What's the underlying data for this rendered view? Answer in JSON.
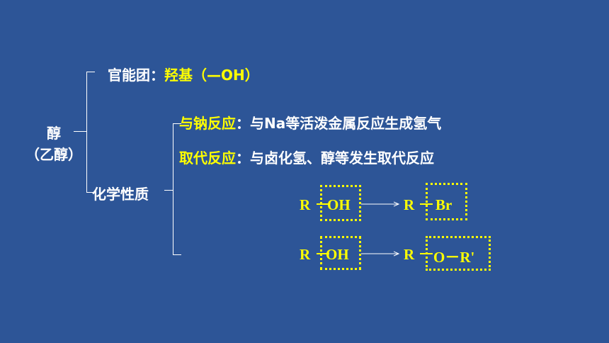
{
  "root": {
    "name": "醇",
    "sub": "（乙醇）"
  },
  "functional_group": {
    "label": "官能团：",
    "value": "羟基（—OH）"
  },
  "chem_props": {
    "label": "化学性质"
  },
  "reactions": [
    {
      "name": "与钠反应",
      "desc": "：与Na等活泼金属反应生成氢气"
    },
    {
      "name": "取代反应",
      "desc": "：与卤化氢、醇等发生取代反应"
    }
  ],
  "equations": [
    {
      "r": "R",
      "group": "OH",
      "product_r": "R",
      "product_group": "Br"
    },
    {
      "r": "R",
      "group": "OH",
      "product_r": "R",
      "product_group": "O－R'"
    }
  ],
  "colors": {
    "background": "#2d5597",
    "highlight": "#ffff00",
    "text": "#ffffff"
  }
}
